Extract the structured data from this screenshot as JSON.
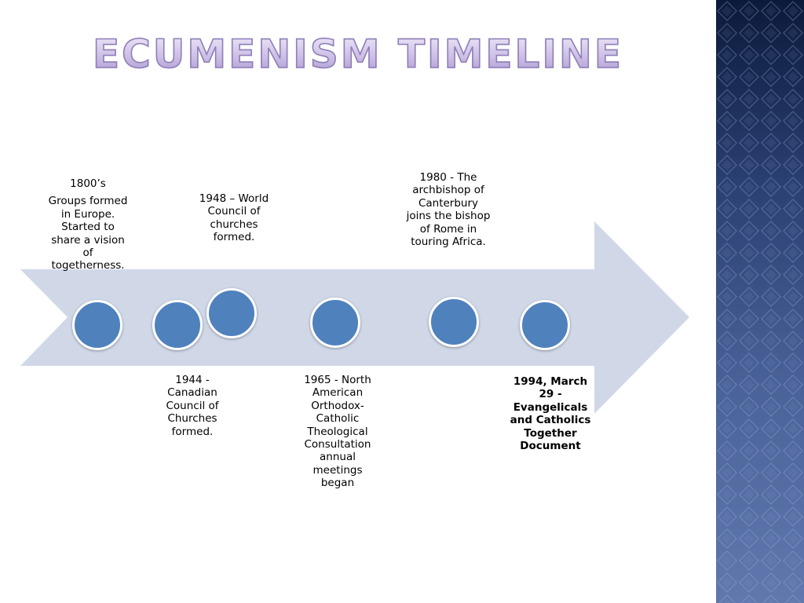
{
  "title": "ECUMENISM TIMELINE",
  "colors": {
    "arrow_fill": "#d0d8e8",
    "node_fill": "#4f81bd",
    "node_border": "#ffffff",
    "title_outline": "#8f7fb8",
    "sidebar_dark": "#0c1a3a",
    "sidebar_light": "#6078ad"
  },
  "events": [
    {
      "year": "1800’s",
      "text": "Groups formed in Europe. Started to share a vision of togetherness."
    },
    {
      "text": "1944 - Canadian Council of Churches formed."
    },
    {
      "text": "1948 – World Council of churches formed."
    },
    {
      "text": "1965 - North American Orthodox-Catholic Theological Consultation annual meetings began"
    },
    {
      "text": "1980 - The archbishop of Canterbury joins the bishop of Rome in touring Africa."
    },
    {
      "text": "1994, March 29 - Evangelicals and Catholics Together Document"
    }
  ]
}
